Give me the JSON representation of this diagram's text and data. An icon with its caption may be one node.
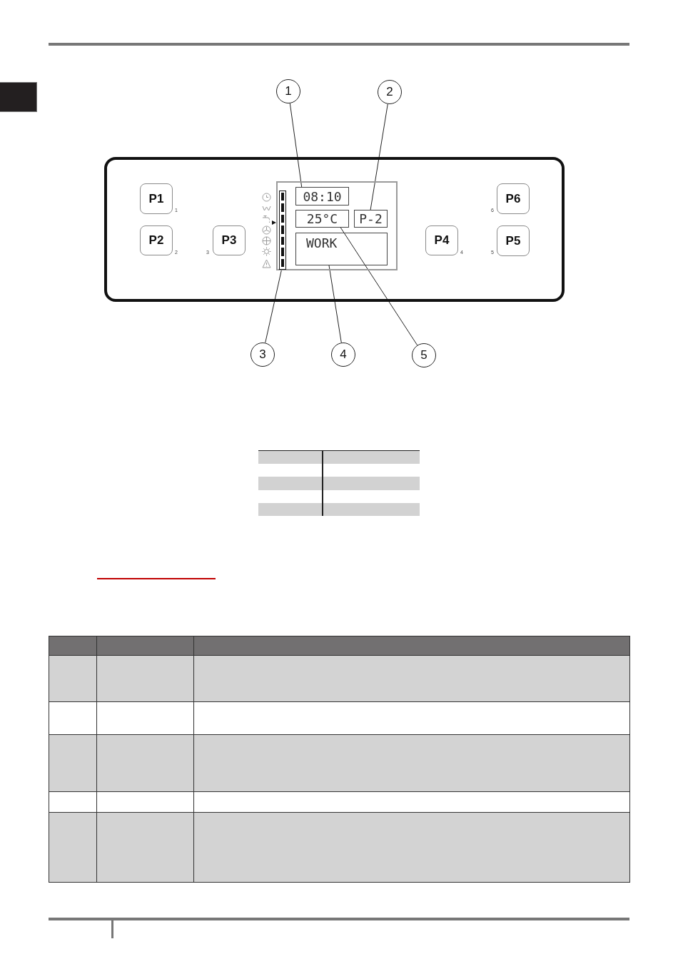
{
  "diagram": {
    "nodes": [
      {
        "text": [
          "1"
        ]
      },
      {
        "text": [
          "2"
        ]
      },
      {
        "text": [],
        "shape": "box"
      },
      {
        "text": [
          "P1"
        ],
        "in": 2,
        "beside": [
          "1"
        ]
      },
      {
        "text": [
          "P2"
        ],
        "in": 2,
        "beside": [
          "2"
        ]
      },
      {
        "text": [
          "P3"
        ],
        "in": 2,
        "beside": [
          "3"
        ]
      },
      {
        "text": [],
        "shape": "box",
        "in": 2
      },
      {
        "text": [],
        "shape": "bar",
        "in": 6
      },
      {
        "text": [
          "08:10"
        ],
        "in": 6
      },
      {
        "text": [
          "25°C"
        ],
        "in": 6
      },
      {
        "text": [
          "P-2"
        ],
        "in": 6
      },
      {
        "text": [
          "WORK"
        ],
        "in": 6
      },
      {
        "text": [
          "P4"
        ],
        "in": 2,
        "beside": [
          "4"
        ]
      },
      {
        "text": [
          "P5"
        ],
        "in": 2,
        "beside": [
          "5"
        ]
      },
      {
        "text": [
          "P6"
        ],
        "in": 2,
        "beside": [
          "6"
        ]
      },
      {
        "text": [
          "3"
        ]
      },
      {
        "text": [
          "4"
        ]
      },
      {
        "text": [
          "5"
        ]
      }
    ],
    "edges": [
      {
        "from": 0,
        "to": 8,
        "arrow": "none"
      },
      {
        "from": 1,
        "to": 10,
        "arrow": "none"
      },
      {
        "from": 15,
        "to": 7,
        "arrow": "none"
      },
      {
        "from": 16,
        "to": 11,
        "arrow": "none"
      },
      {
        "from": 17,
        "to": 9,
        "arrow": "none"
      }
    ]
  }
}
